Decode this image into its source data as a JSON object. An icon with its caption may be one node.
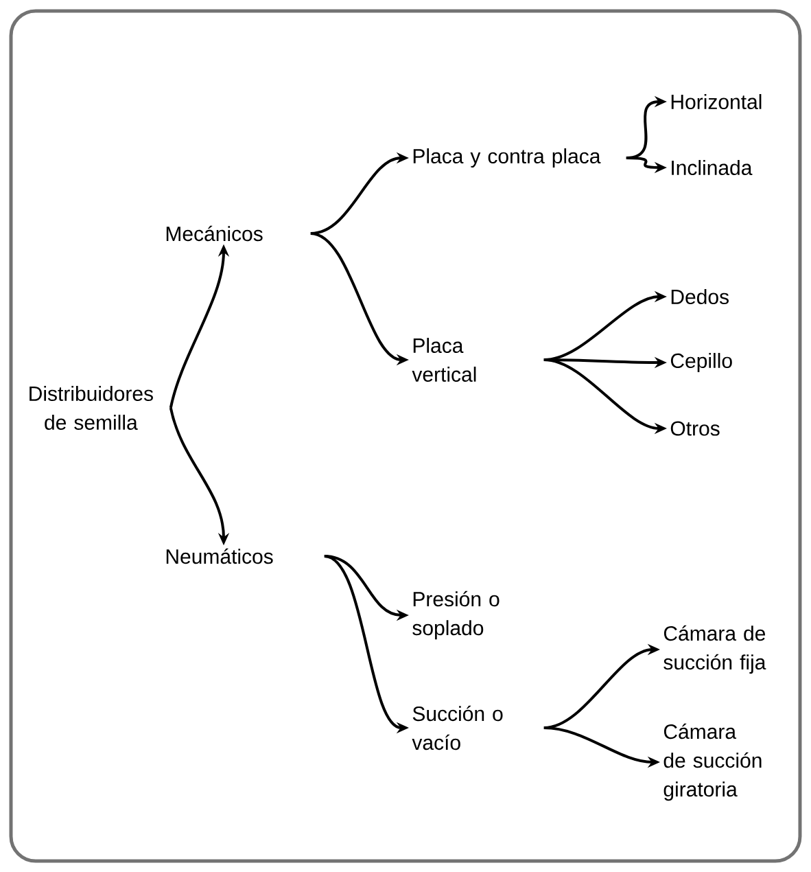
{
  "diagram": {
    "nodes": [
      {
        "text": [
          "Distribuidores de semilla"
        ]
      },
      {
        "text": [
          "Mecánicos"
        ]
      },
      {
        "text": [
          "Neumáticos"
        ]
      },
      {
        "text": [
          "Placa y contra placa"
        ]
      },
      {
        "text": [
          "Placa vertical"
        ]
      },
      {
        "text": [
          "Horizontal"
        ]
      },
      {
        "text": [
          "Inclinada"
        ]
      },
      {
        "text": [
          "Dedos"
        ]
      },
      {
        "text": [
          "Cepillo"
        ]
      },
      {
        "text": [
          "Otros"
        ]
      },
      {
        "text": [
          "Presión o soplado"
        ]
      },
      {
        "text": [
          "Succión o vacío"
        ]
      },
      {
        "text": [
          "Cámara de succión fija"
        ]
      },
      {
        "text": [
          "Cámara de succión giratoria"
        ]
      }
    ],
    "edges": [
      {
        "from": 0,
        "to": 1,
        "arrow": "to"
      },
      {
        "from": 0,
        "to": 2,
        "arrow": "to"
      },
      {
        "from": 1,
        "to": 3,
        "arrow": "to"
      },
      {
        "from": 1,
        "to": 4,
        "arrow": "to"
      },
      {
        "from": 3,
        "to": 5,
        "arrow": "to"
      },
      {
        "from": 3,
        "to": 6,
        "arrow": "to"
      },
      {
        "from": 4,
        "to": 7,
        "arrow": "to"
      },
      {
        "from": 4,
        "to": 8,
        "arrow": "to"
      },
      {
        "from": 4,
        "to": 9,
        "arrow": "to"
      },
      {
        "from": 2,
        "to": 10,
        "arrow": "to"
      },
      {
        "from": 2,
        "to": 11,
        "arrow": "to"
      },
      {
        "from": 11,
        "to": 12,
        "arrow": "to"
      },
      {
        "from": 11,
        "to": 13,
        "arrow": "to"
      }
    ]
  }
}
